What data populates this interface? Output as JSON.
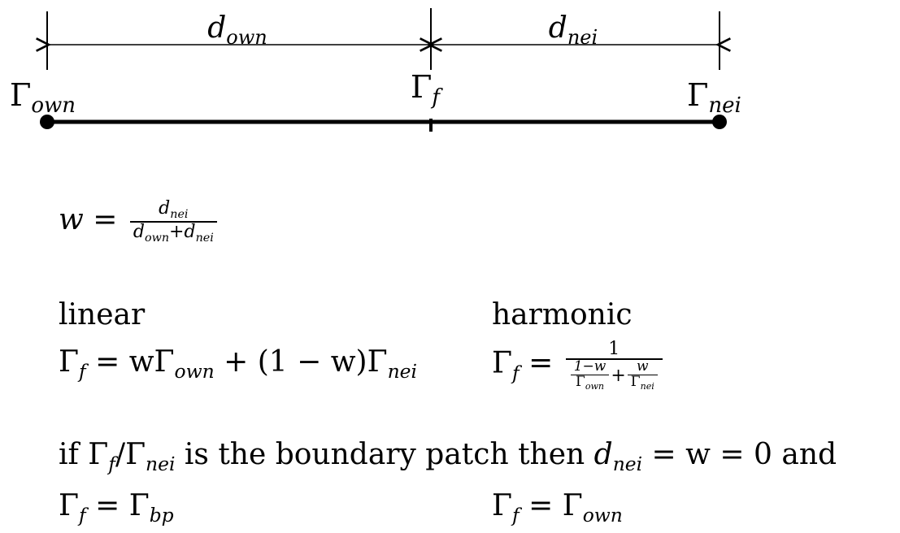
{
  "diagram": {
    "labels": {
      "d_own": "own",
      "d_nei": "nei",
      "gamma_own": "own",
      "gamma_f": "f",
      "gamma_nei": "nei"
    }
  },
  "formulas": {
    "weight": {
      "lhs": "w =",
      "num_var": "d",
      "num_sub": "nei",
      "den_var1": "d",
      "den_sub1": "own",
      "den_plus": "+",
      "den_var2": "d",
      "den_sub2": "nei"
    },
    "linear": {
      "heading": "linear",
      "eq": "= wΓ",
      "own_sub": "own",
      "mid": " + (1 − w)Γ",
      "nei_sub": "nei"
    },
    "harmonic": {
      "heading": "harmonic",
      "eq": "=",
      "num": "1",
      "t1_num": "1−w",
      "t1_den_sub": "own",
      "plus": "+",
      "t2_num": "w",
      "t2_den_sub": "nei"
    },
    "boundary": {
      "prefix": "if Γ",
      "slash": "/Γ",
      "text": " is the boundary patch then ",
      "d": "d",
      "d_sub": "nei",
      "tail": " = w = 0 and",
      "left_eq": "= Γ",
      "left_sub": "bp",
      "right_eq": "= Γ",
      "right_sub": "own"
    },
    "gamma_symbol": "Γ",
    "f_sub": "f"
  }
}
